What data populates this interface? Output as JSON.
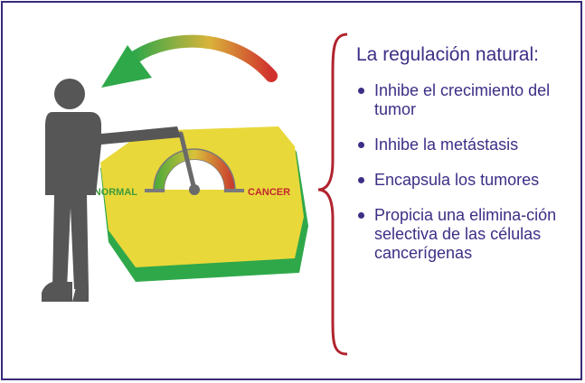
{
  "gauge": {
    "normal_label": "NORMAL",
    "cancer_label": "CANCER"
  },
  "panel": {
    "title": "La regulación natural:",
    "benefits": [
      {
        "text": "Inhibe el crecimiento del tumor"
      },
      {
        "text": "Inhibe la metástasis"
      },
      {
        "text": "Encapsula los tumores"
      },
      {
        "text": "Propicia una elimina-ción selectiva de las células cancerígenas"
      }
    ]
  },
  "colors": {
    "frame": "#3a2a7a",
    "text": "#3b2f86",
    "brace": "#b0242e",
    "panel_yellow": "#e9d83a",
    "panel_green": "#2fa84a",
    "figure": "#565656",
    "normal_label": "#3f9b3a",
    "cancer_label": "#c2272e"
  }
}
